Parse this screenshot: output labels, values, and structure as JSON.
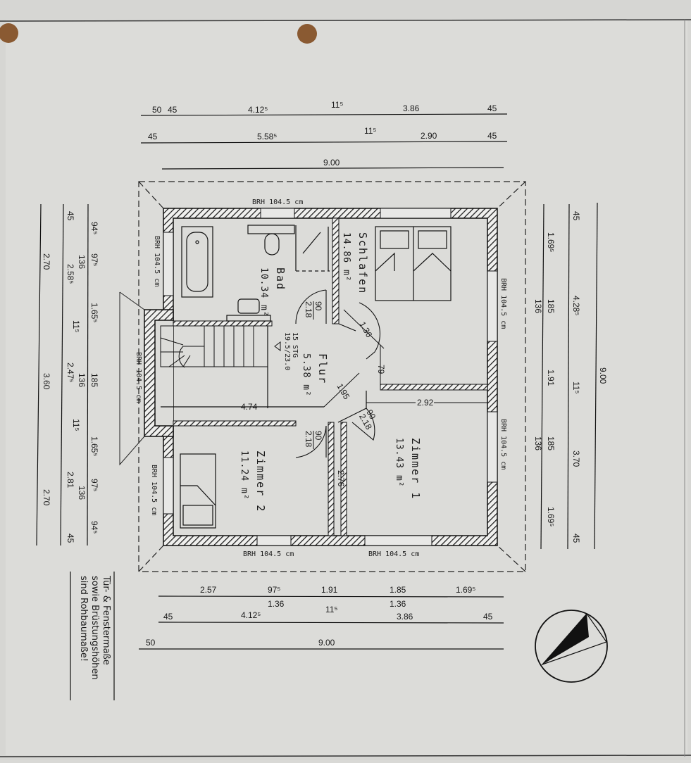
{
  "colors": {
    "paper": "#dcdcd9",
    "ink": "#1a1a1a",
    "pin": "#8a5a32"
  },
  "plan": {
    "rooms": [
      {
        "name": "Schlafen",
        "area": "14.86 m²"
      },
      {
        "name": "Bad",
        "area": "10.34 m²"
      },
      {
        "name": "Flur",
        "area": "5.38 m²"
      },
      {
        "name": "Zimmer 2",
        "area": "11.24 m²"
      },
      {
        "name": "Zimmer 1",
        "area": "13.43 m²"
      }
    ],
    "brh": "BRH 104.5 cm",
    "stairs": {
      "steps": "15 STG",
      "ratio": "19.5/23.0"
    },
    "doors": {
      "d1": "90",
      "d1h": "2.18",
      "d2": "90",
      "d2h": "2.18",
      "d3": "90",
      "d3h": "2.18"
    },
    "inner_dims": {
      "a": "1.36",
      "b": "79",
      "c": "1.95",
      "d": "4.74",
      "e": "2.92",
      "f": "2.76"
    }
  },
  "dims": {
    "top": {
      "row1": [
        "50",
        "45",
        "4.12⁵",
        "11⁵",
        "3.86",
        "45"
      ],
      "row2": [
        "45",
        "5.58⁵",
        "11⁵",
        "2.90",
        "45"
      ],
      "row3": [
        "9.00"
      ]
    },
    "bottom": {
      "row1": [
        "2.57",
        "97⁵",
        "1.36",
        "1.91",
        "1.85",
        "1.36",
        "1.69⁵"
      ],
      "row2": [
        "45",
        "4.12⁵",
        "11⁵",
        "3.86",
        "45"
      ],
      "row3": [
        "50",
        "9.00"
      ]
    },
    "left": {
      "row1": [
        "94⁵",
        "97⁵",
        "136",
        "1.65⁵",
        "185",
        "136",
        "1.65⁵",
        "97⁵",
        "136",
        "94⁵"
      ],
      "row2": [
        "45",
        "2.58⁵",
        "11⁵",
        "2.47⁵",
        "11⁵",
        "2.81",
        "45"
      ],
      "row3": [
        "2.70",
        "3.60",
        "2.70"
      ]
    },
    "right": {
      "row1": [
        "1.69⁵",
        "185",
        "136",
        "1.91",
        "185",
        "136",
        "1.69⁵"
      ],
      "row2": [
        "45",
        "4.28⁵",
        "11⁵",
        "3.70",
        "45"
      ],
      "row3": [
        "9.00"
      ]
    }
  },
  "note": {
    "line1": "Tür- & Fenstermaße",
    "line2": "sowie Brüstungshöhen",
    "line3": "sind Rohbaumaße!"
  },
  "icons": {
    "north": "north-arrow-icon",
    "pins": "pushpin-icon"
  }
}
